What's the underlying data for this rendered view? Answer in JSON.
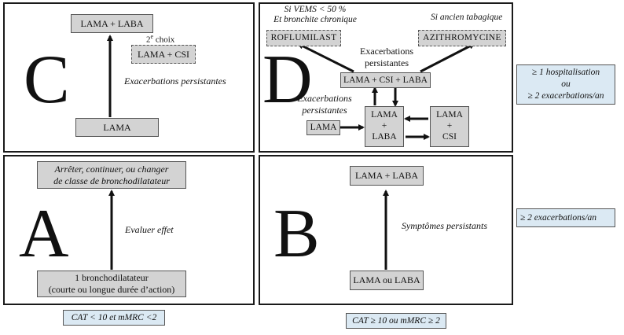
{
  "quadrant_c": {
    "letter": "C",
    "top_box": "LAMA + LABA",
    "choice_label_num": "2",
    "choice_label_sup": "e",
    "choice_label_rest": "choix",
    "alt_box": "LAMA + CSI",
    "arrow_label": "Exacerbations persistantes",
    "bottom_box": "LAMA"
  },
  "quadrant_d": {
    "letter": "D",
    "vems_line1": "Si VEMS < 50 %",
    "vems_line2": "Et bronchite chronique",
    "roflumilast_box": "ROFLUMILAST",
    "tabagique_label": "Si ancien tabagique",
    "azithromycine_box": "AZITHROMYCINE",
    "top_exac_line1": "Exacerbations",
    "top_exac_line2": "persistantes",
    "triple_box": "LAMA + CSI + LABA",
    "left_exac_line1": "Exacerbations",
    "left_exac_line2": "persistantes",
    "lama_box": "LAMA",
    "lama_laba_box": [
      "LAMA",
      "+",
      "LABA"
    ],
    "lama_csi_box": [
      "LAMA",
      "+",
      "CSI"
    ]
  },
  "quadrant_a": {
    "letter": "A",
    "top_box_line1": "Arrêter, continuer, ou changer",
    "top_box_line2": "de classe de bronchodilatateur",
    "arrow_label": "Evaluer effet",
    "bottom_box_line1": "1 bronchodilatateur",
    "bottom_box_line2": "(courte ou longue durée d’action)"
  },
  "quadrant_b": {
    "letter": "B",
    "top_box": "LAMA + LABA",
    "arrow_label": "Symptômes persistants",
    "bottom_box": "LAMA ou LABA"
  },
  "criteria": {
    "upper_line1": "≥ 1 hospitalisation",
    "upper_line2": "ou",
    "upper_line3": "≥ 2 exacerbations/an",
    "lower": "≥ 2 exacerbations/an",
    "bottom_left": "CAT < 10 et mMRC <2",
    "bottom_right": "CAT ≥ 10 ou mMRC ≥ 2"
  }
}
